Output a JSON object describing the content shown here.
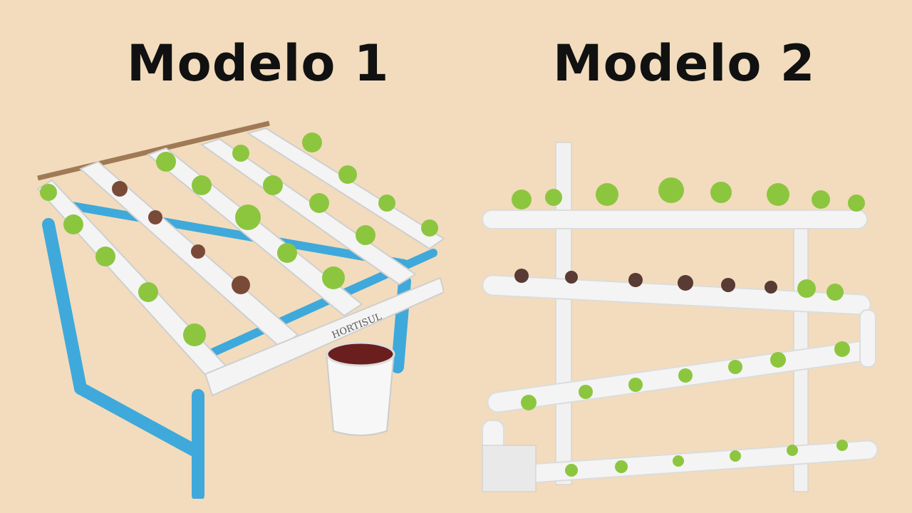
{
  "titles": {
    "left": "Modelo 1",
    "right": "Modelo 2"
  },
  "colors": {
    "background": "#f2dcbd",
    "title": "#111111",
    "pvc_blue": "#3fa9db",
    "pvc_white": "#f4f4f4",
    "leaf_green": "#8cc63f"
  },
  "photos": {
    "left": {
      "brand_text": "HORTISUL"
    }
  }
}
